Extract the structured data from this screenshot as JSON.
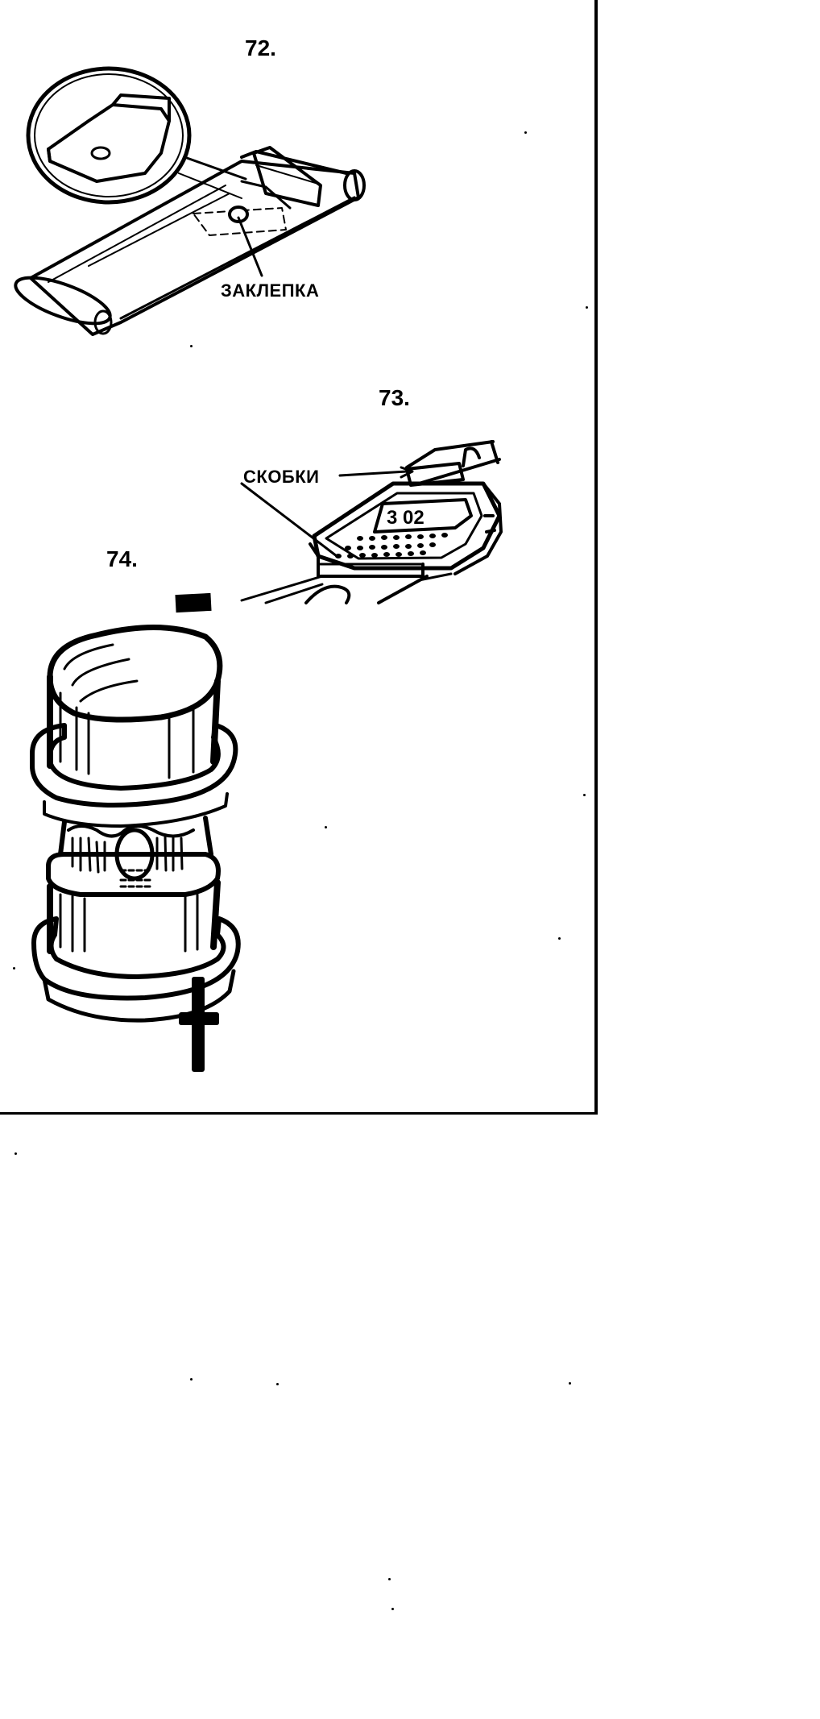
{
  "figures": [
    {
      "number": "72.",
      "callout": "ЗАКЛЕПКА"
    },
    {
      "number": "73.",
      "callout": "СКОБКИ",
      "display_text": "3 02"
    },
    {
      "number": "74.",
      "terminal_negative": "−",
      "terminal_positive": "+"
    }
  ]
}
